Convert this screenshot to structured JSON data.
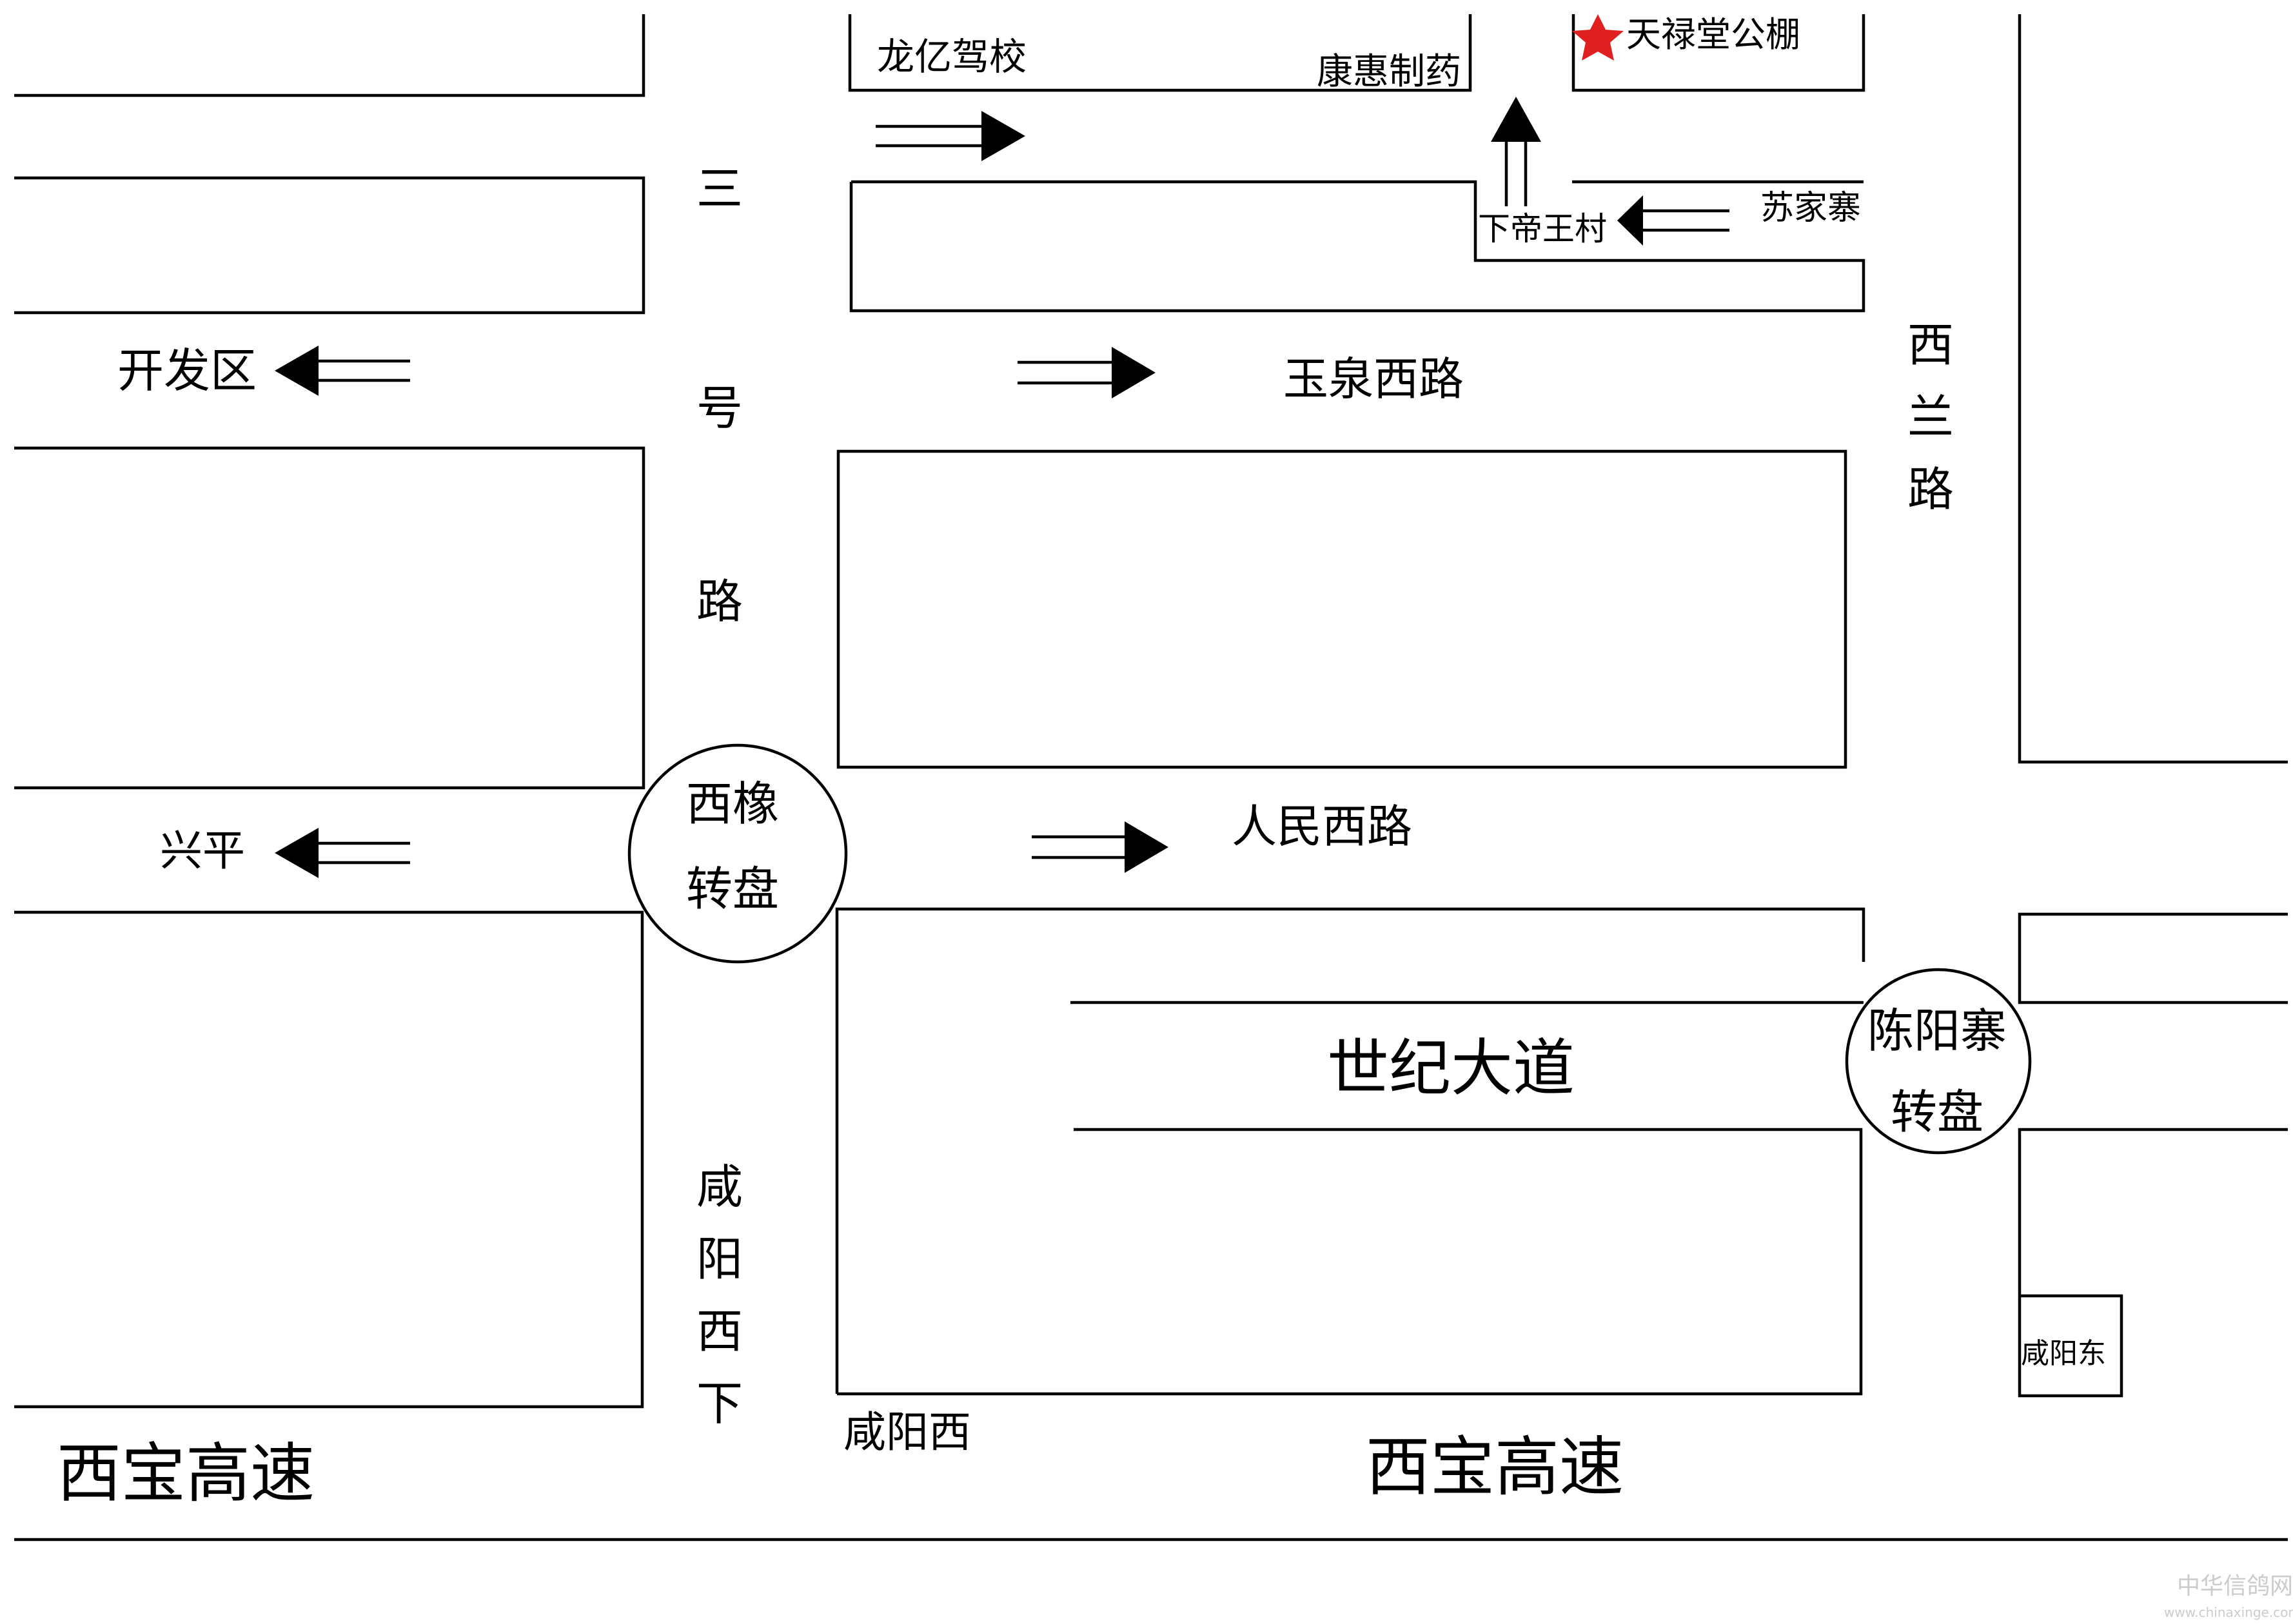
{
  "labels": {
    "longyi_school": "龙亿驾校",
    "kanghui_pharma": "康惠制药",
    "tianlutang": "天禄堂公棚",
    "sujiazhai": "苏家寨",
    "xiadiwang": "下帝王村",
    "kaifaqu": "开发区",
    "yuquan_road": "玉泉西路",
    "xinping": "兴平",
    "renmin_road": "人民西路",
    "century_ave": "世纪大道",
    "xianyang_west": "咸阳西",
    "xianyang_east": "咸阳东",
    "xibao_left": "西宝高速",
    "xibao_right": "西宝高速",
    "sanhao_road": [
      "三",
      "号",
      "路"
    ],
    "xilan_road": [
      "西",
      "兰",
      "路"
    ],
    "xianyang_xixia": [
      "咸",
      "阳",
      "西",
      "下"
    ],
    "xixiang_roundabout": [
      "西橡",
      "转盘"
    ],
    "chenyangzhai_roundabout": [
      "陈阳寨",
      "转盘"
    ]
  },
  "colors": {
    "line": "#000000",
    "star": "#e02020",
    "watermark": "#cccccc"
  },
  "icons": {
    "destination": "star-icon",
    "direction": "double-arrow-icon"
  },
  "watermark": {
    "text1": "中华信鸽网",
    "text2": "www.chinaxinge.com"
  }
}
